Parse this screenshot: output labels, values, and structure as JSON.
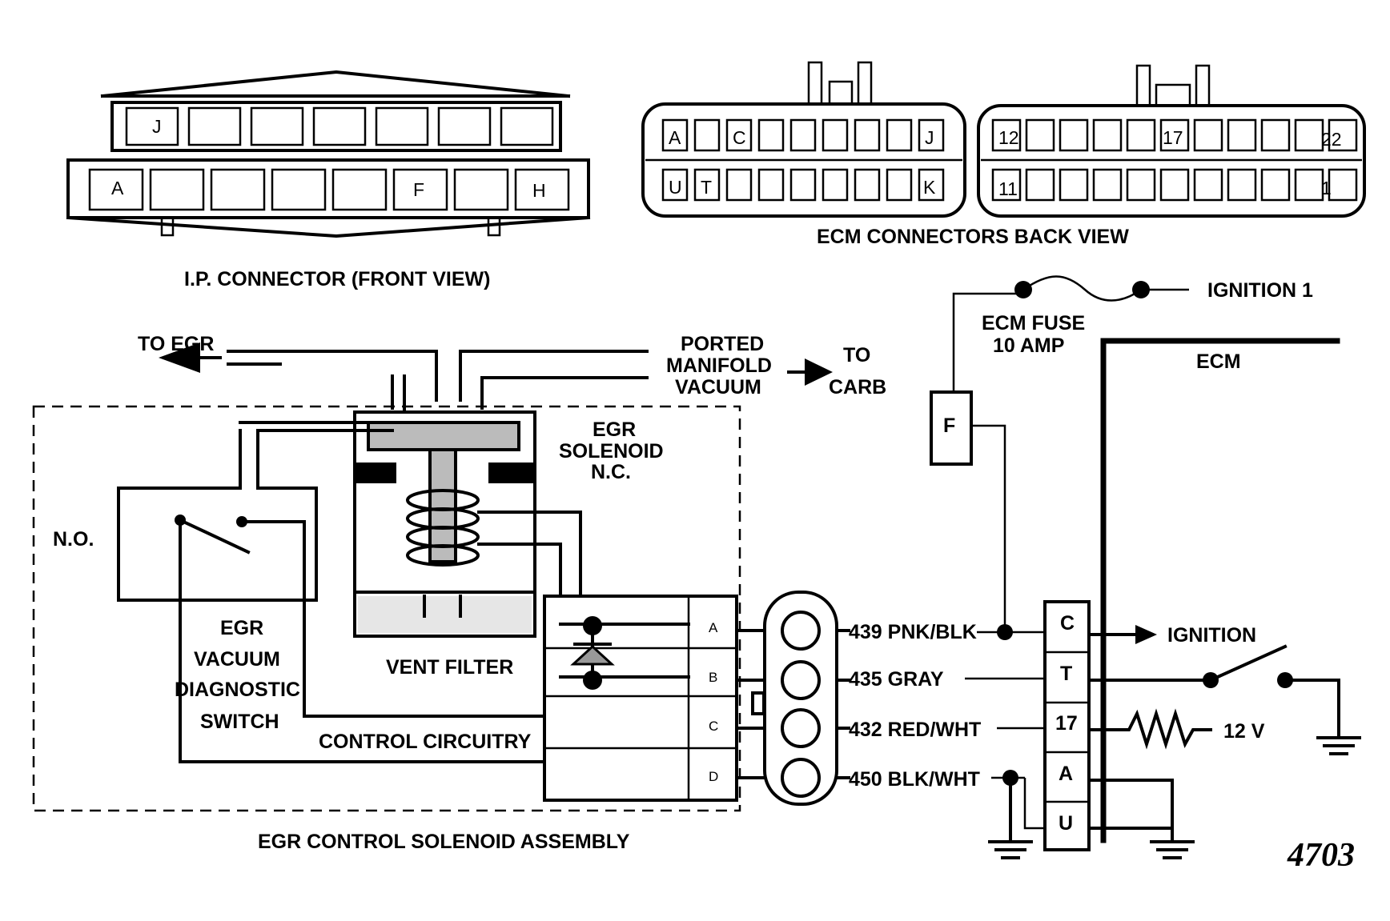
{
  "ip_connector": {
    "title": "I.P. CONNECTOR (FRONT VIEW)",
    "top_row_label": "J",
    "bottom_row_labels": [
      "A",
      "F",
      "H"
    ]
  },
  "ecm_connectors": {
    "title": "ECM CONNECTORS BACK VIEW",
    "left": {
      "top_labels": [
        "A",
        "C",
        "J"
      ],
      "bottom_labels": [
        "U",
        "T",
        "K"
      ]
    },
    "right": {
      "top_labels": [
        "12",
        "17",
        "22"
      ],
      "bottom_labels": [
        "11",
        "1"
      ]
    }
  },
  "vacuum": {
    "to_egr": "TO EGR",
    "ported_line1": "PORTED",
    "ported_line2": "MANIFOLD",
    "ported_line3": "VACUUM",
    "to_carb_line1": "TO",
    "to_carb_line2": "CARB"
  },
  "solenoid": {
    "egr_line1": "EGR",
    "egr_line2": "SOLENOID",
    "egr_line3": "N.C.",
    "no_label": "N.O.",
    "switch_line1": "EGR",
    "switch_line2": "VACUUM",
    "switch_line3": "DIAGNOSTIC",
    "switch_line4": "SWITCH",
    "vent_filter": "VENT FILTER",
    "control_circuitry": "CONTROL CIRCUITRY",
    "assembly_title": "EGR CONTROL SOLENOID ASSEMBLY",
    "pins": [
      "A",
      "B",
      "C",
      "D"
    ]
  },
  "wires": [
    {
      "label": "439 PNK/BLK"
    },
    {
      "label": "435 GRAY"
    },
    {
      "label": "432 RED/WHT"
    },
    {
      "label": "450 BLK/WHT"
    }
  ],
  "ecm": {
    "fuse_line1": "ECM FUSE",
    "fuse_line2": "10 AMP",
    "ignition1": "IGNITION 1",
    "title": "ECM",
    "f_terminal": "F",
    "terminals": [
      "C",
      "T",
      "17",
      "A",
      "U"
    ],
    "ignition": "IGNITION",
    "voltage": "12 V"
  },
  "figure_number": "4703"
}
